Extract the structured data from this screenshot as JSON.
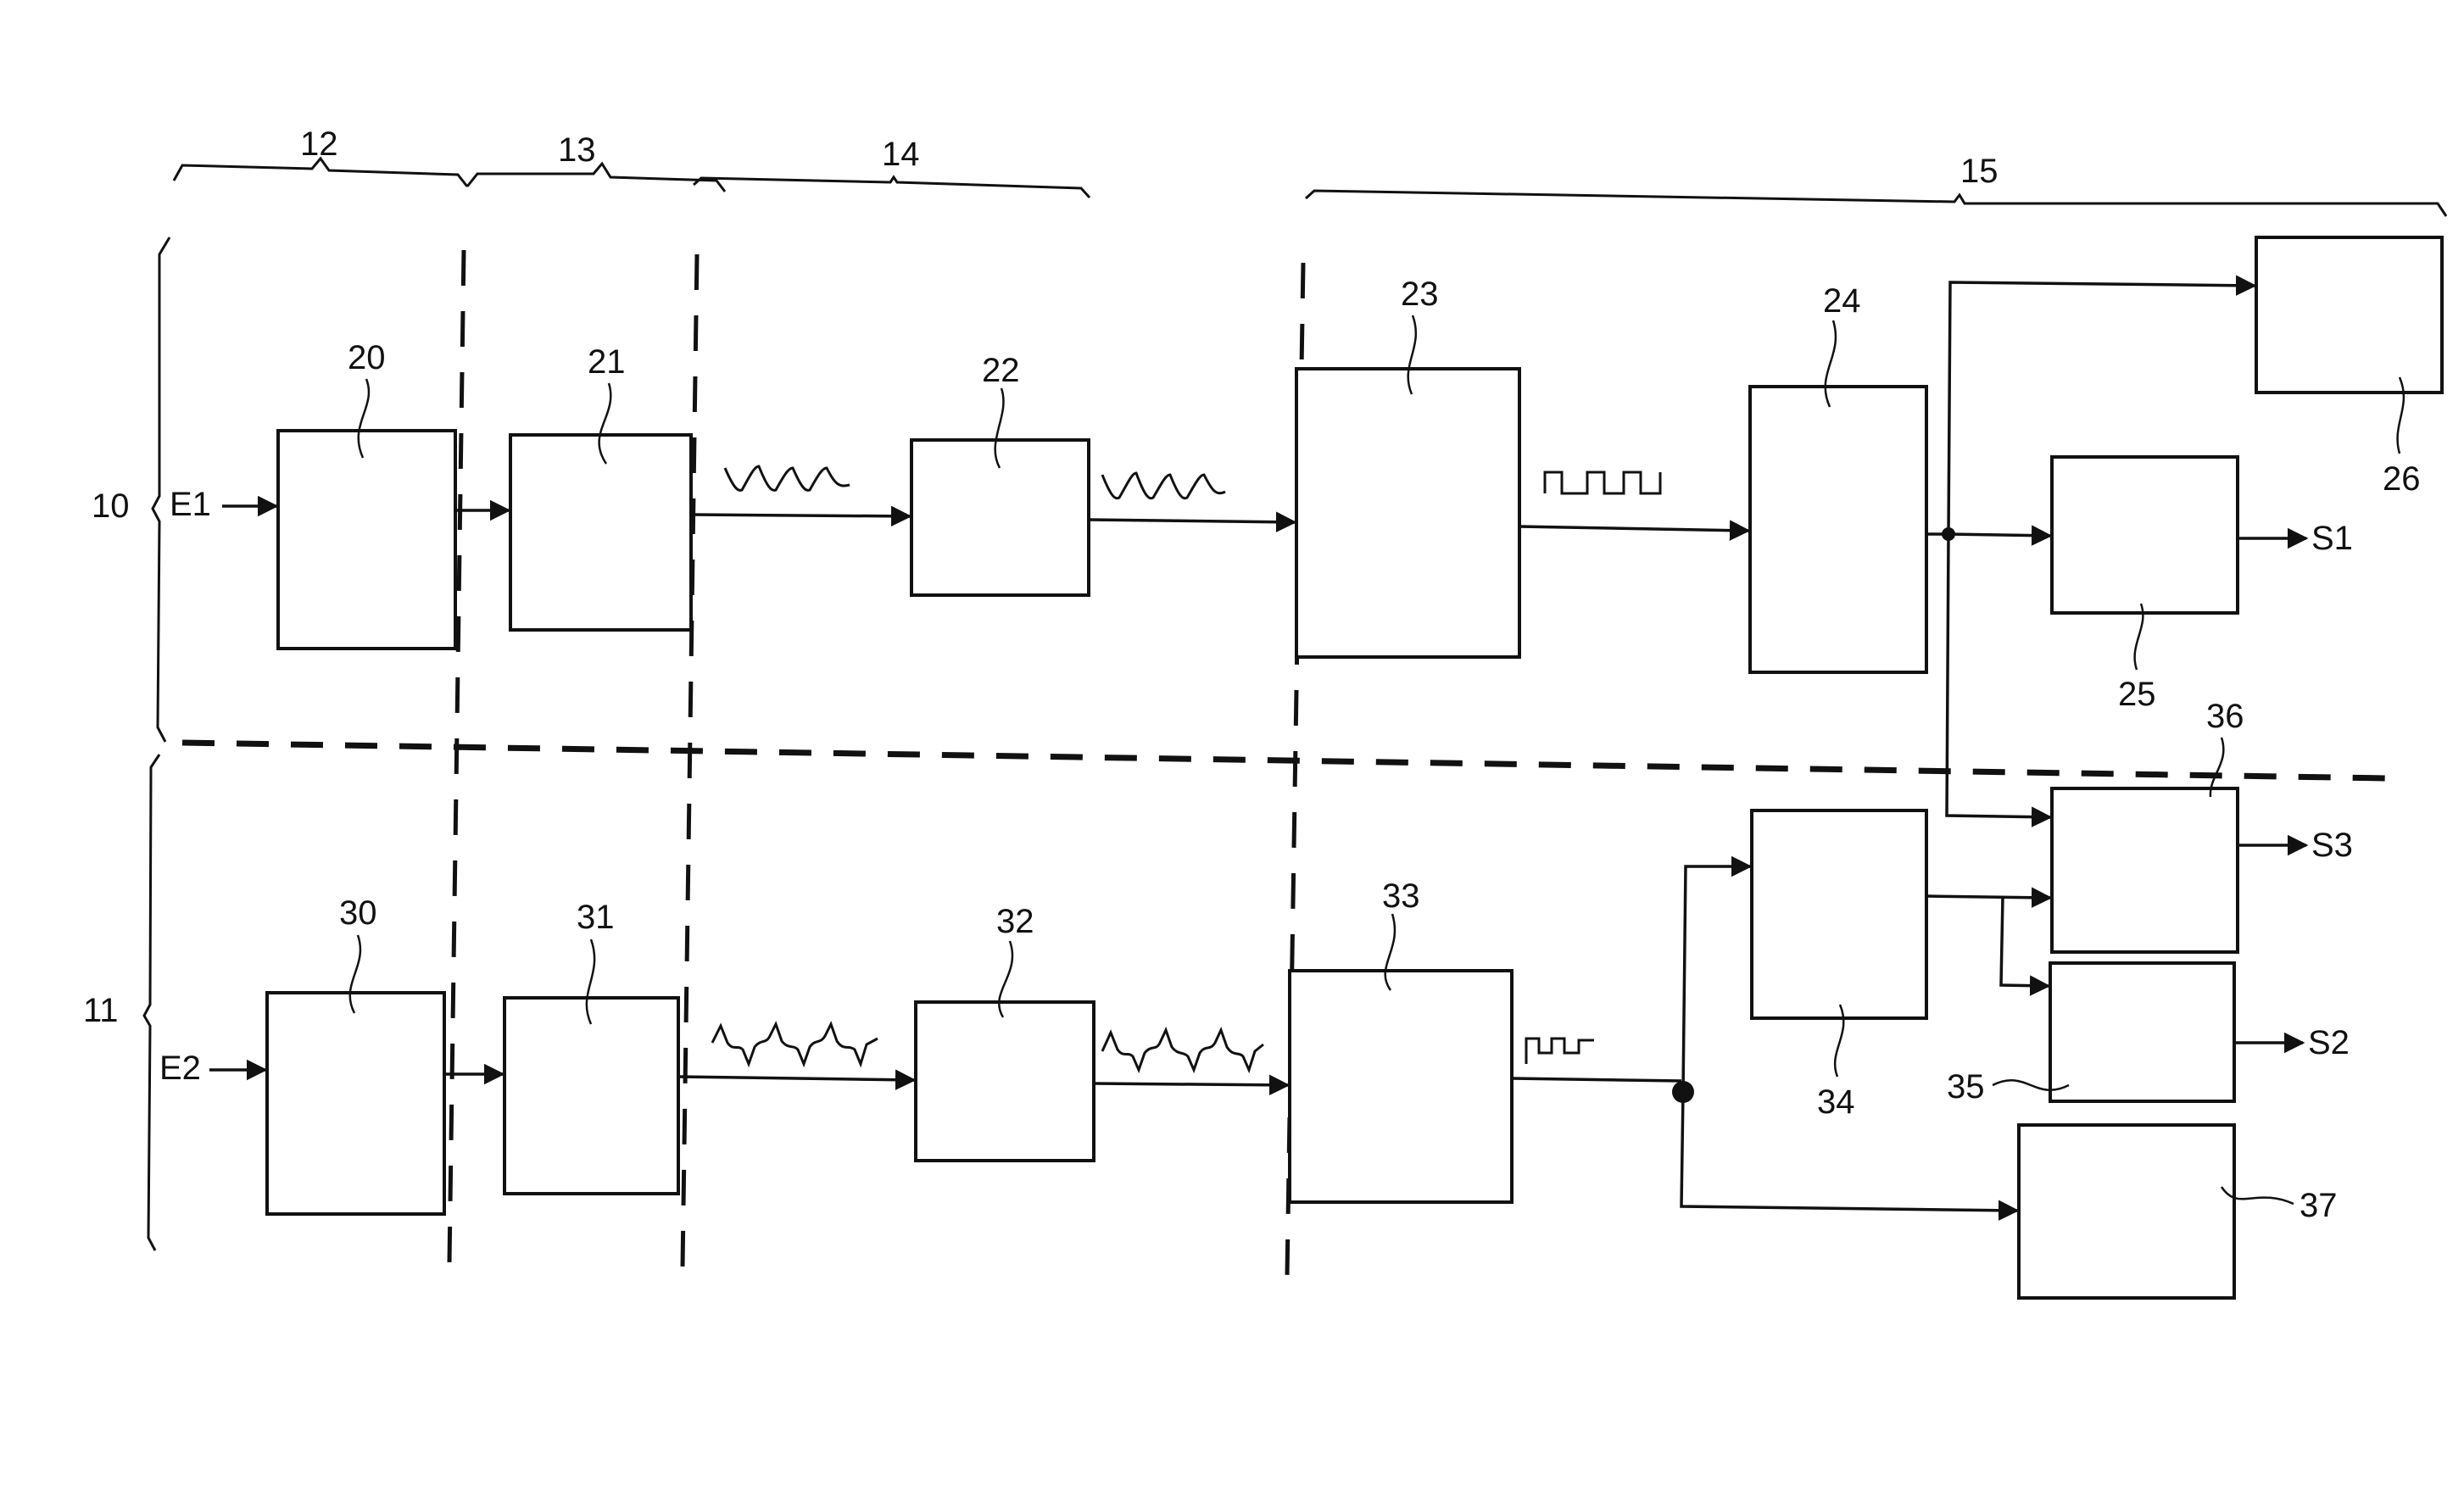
{
  "figure": {
    "stages": [
      {
        "id": "12",
        "label": "12"
      },
      {
        "id": "13",
        "label": "13"
      },
      {
        "id": "14",
        "label": "14"
      },
      {
        "id": "15",
        "label": "15"
      }
    ],
    "channels": [
      {
        "id": "10",
        "label": "10",
        "input": "E1"
      },
      {
        "id": "11",
        "label": "11",
        "input": "E2"
      }
    ],
    "blocks": {
      "b20": "20",
      "b21": "21",
      "b22": "22",
      "b23": "23",
      "b24": "24",
      "b25": "25",
      "b26": "26",
      "b30": "30",
      "b31": "31",
      "b32": "32",
      "b33": "33",
      "b34": "34",
      "b35": "35",
      "b36": "36",
      "b37": "37"
    },
    "outputs": {
      "s1": "S1",
      "s2": "S2",
      "s3": "S3"
    },
    "signal_symbols": {
      "ch1_stage14_in": "sine-wave",
      "ch1_stage14_out": "sine-wave",
      "ch1_stage15": "square-wave",
      "ch2_stage14_in": "pulse-wave",
      "ch2_stage14_out": "pulse-wave",
      "ch2_stage15": "square-wave"
    }
  }
}
